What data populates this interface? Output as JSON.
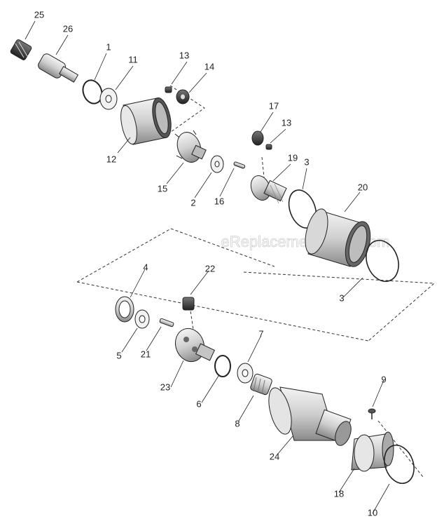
{
  "diagram": {
    "watermark": "eReplacementParts.com",
    "callouts": {
      "p25": "25",
      "p26": "26",
      "p1": "1",
      "p11": "11",
      "p13a": "13",
      "p14": "14",
      "p12": "12",
      "p15": "15",
      "p2": "2",
      "p16": "16",
      "p17": "17",
      "p13b": "13",
      "p19": "19",
      "p3a": "3",
      "p20": "20",
      "p3b": "3",
      "p4": "4",
      "p22": "22",
      "p5": "5",
      "p21": "21",
      "p7": "7",
      "p23": "23",
      "p6": "6",
      "p8": "8",
      "p9": "9",
      "p24": "24",
      "p18": "18",
      "p10": "10"
    }
  }
}
